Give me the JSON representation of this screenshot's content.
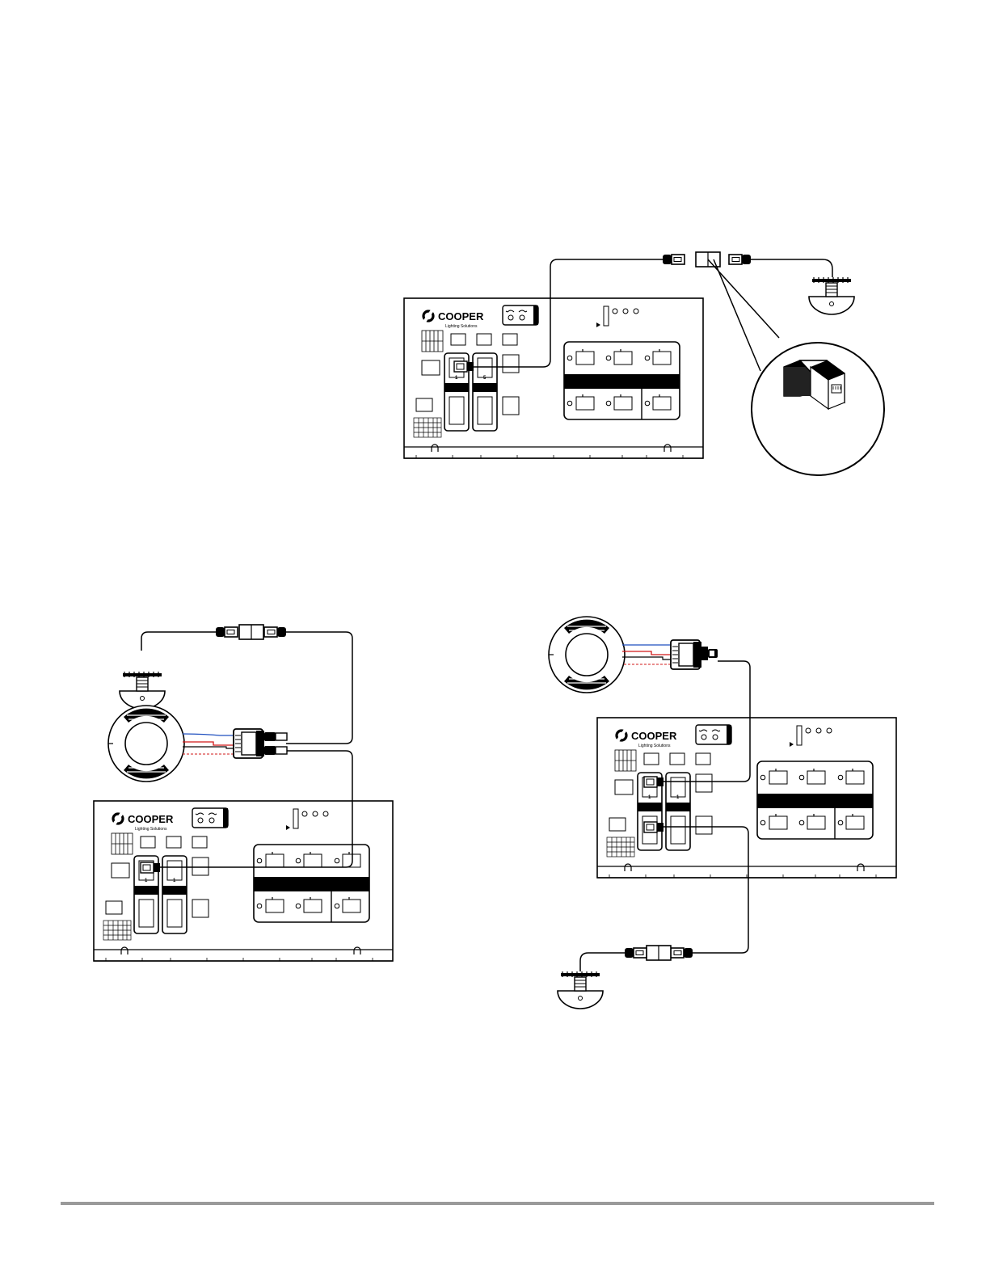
{
  "panels": [
    {
      "brand": "COOPER",
      "brand_sub": "Lighting Solutions",
      "slot_labels": [
        "1",
        "5"
      ]
    },
    {
      "brand": "COOPER",
      "brand_sub": "Lighting Solutions",
      "slot_labels": [
        "1",
        "1"
      ]
    },
    {
      "brand": "COOPER",
      "brand_sub": "Lighting Solutions",
      "slot_labels": [
        "1",
        "1"
      ]
    }
  ],
  "colors": {
    "line": "#000000",
    "wire_blue": "#1f4fbf",
    "wire_red": "#d01818",
    "footer_rule": "#9a9a9a"
  }
}
